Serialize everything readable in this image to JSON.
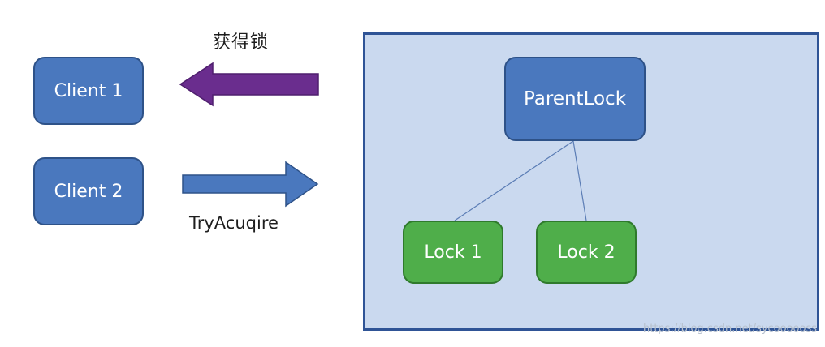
{
  "diagram": {
    "clients": [
      {
        "label": "Client 1"
      },
      {
        "label": "Client 2"
      }
    ],
    "arrows": {
      "acquired_label": "获得锁",
      "acquired_color": "#6a2d8e",
      "try_label": "TryAcuqire",
      "try_color": "#4a78be"
    },
    "container": {
      "fill": "#cad9ef",
      "border": "#2f5496"
    },
    "parent_lock": {
      "label": "ParentLock",
      "color": "#4a78be"
    },
    "locks": [
      {
        "label": "Lock 1",
        "color": "#4fae4a"
      },
      {
        "label": "Lock 2",
        "color": "#4fae4a"
      }
    ]
  },
  "watermark": "https://blog.csdn.net/sycoooooss"
}
